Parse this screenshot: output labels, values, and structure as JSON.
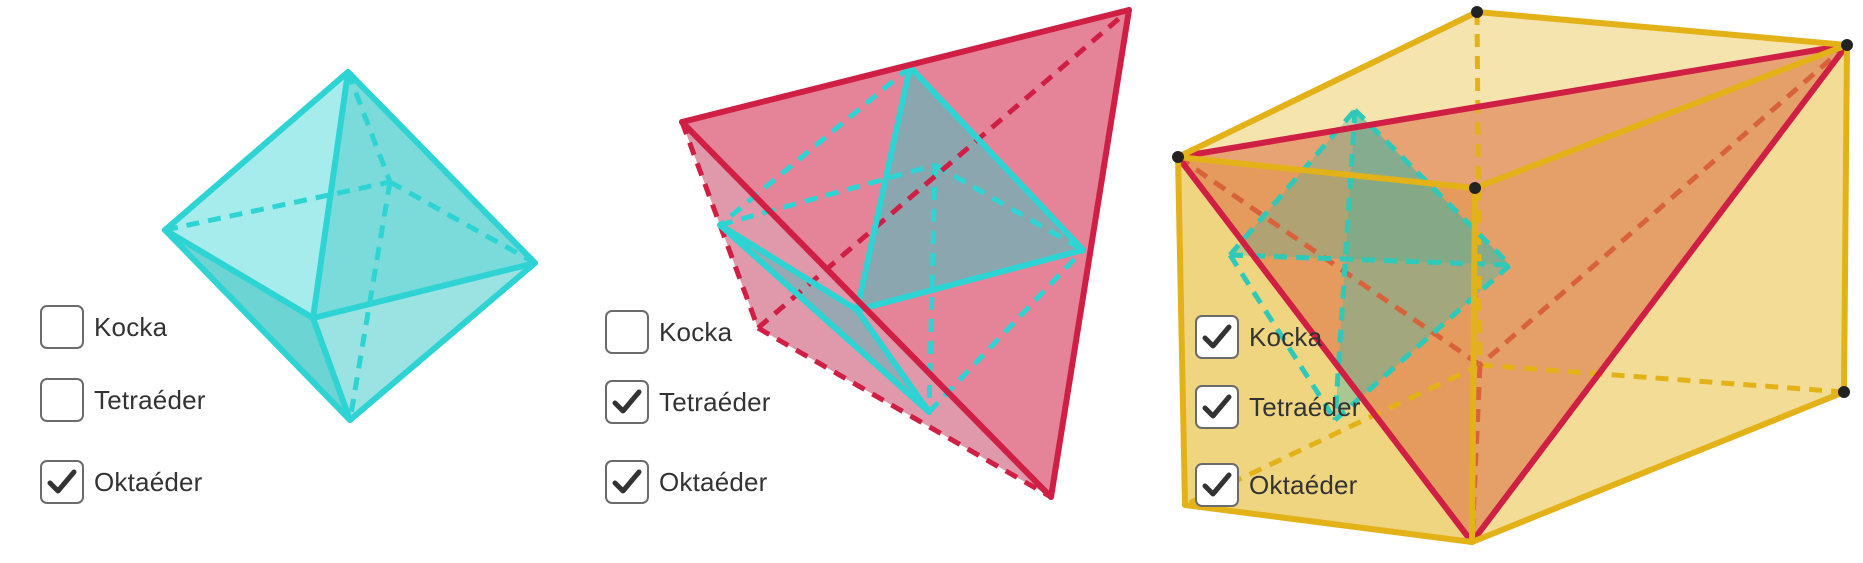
{
  "colors": {
    "octahedron": "#2ed3d3",
    "tetrahedron": "#cf1f44",
    "cube": "#e3b219",
    "vertex": "#222222",
    "checkbox_border": "#6b6b6b",
    "checkmark": "#333333"
  },
  "panels": [
    {
      "id": "octahedron-only",
      "checkboxes": [
        {
          "label": "Kocka",
          "checked": false
        },
        {
          "label": "Tetraéder",
          "checked": false
        },
        {
          "label": "Oktaéder",
          "checked": true
        }
      ]
    },
    {
      "id": "octahedron-in-tetrahedron",
      "checkboxes": [
        {
          "label": "Kocka",
          "checked": false
        },
        {
          "label": "Tetraéder",
          "checked": true
        },
        {
          "label": "Oktaéder",
          "checked": true
        }
      ]
    },
    {
      "id": "all-three-in-cube",
      "checkboxes": [
        {
          "label": "Kocka",
          "checked": true
        },
        {
          "label": "Tetraéder",
          "checked": true
        },
        {
          "label": "Oktaéder",
          "checked": true
        }
      ]
    }
  ]
}
